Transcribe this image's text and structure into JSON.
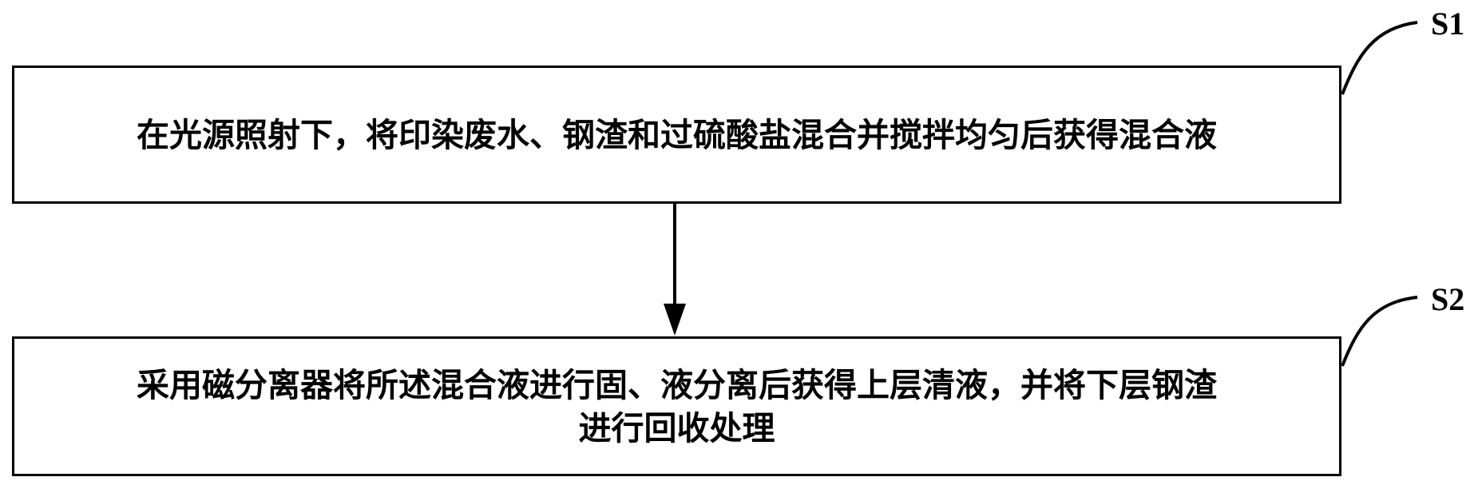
{
  "steps": [
    {
      "label": "S1",
      "text": "在光源照射下，将印染废水、钢渣和过硫酸盐混合并搅拌均匀后获得混合液"
    },
    {
      "label": "S2",
      "text_line1": "采用磁分离器将所述混合液进行固、液分离后获得上层清液，并将下层钢渣",
      "text_line2": "进行回收处理"
    }
  ]
}
